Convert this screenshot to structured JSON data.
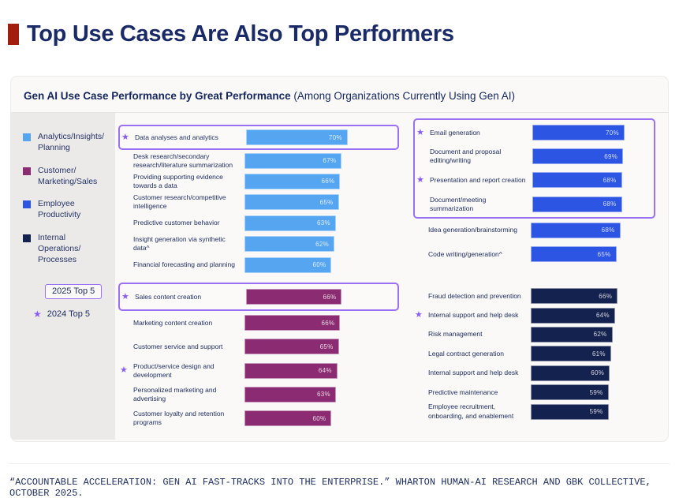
{
  "page": {
    "title": "Top Use Cases Are Also Top Performers",
    "footer": "“ACCOUNTABLE ACCELERATION: GEN AI FAST-TRACKS INTO THE ENTERPRISE.” WHARTON HUMAN-AI RESEARCH AND GBK COLLECTIVE, OCTOBER 2025."
  },
  "chart_header": {
    "subtitle_bold": "Gen AI Use Case Performance by Great Performance",
    "subtitle_rest": " (Among Organizations Currently Using Gen AI)"
  },
  "legend": {
    "items": [
      {
        "label_lines": [
          "Analytics/Insights/",
          "Planning"
        ],
        "color": "#55A5F0"
      },
      {
        "label_lines": [
          "Customer/",
          "Marketing/Sales"
        ],
        "color": "#8B2C72"
      },
      {
        "label_lines": [
          "Employee",
          "Productivity"
        ],
        "color": "#2B55E2"
      },
      {
        "label_lines": [
          "Internal",
          "Operations/",
          "Processes"
        ],
        "color": "#142250"
      }
    ],
    "top5_2025_label": "2025 Top 5",
    "top5_2024_label": "2024 Top 5",
    "star_glyph": "★"
  },
  "colors": {
    "accent_red": "#A11D0C",
    "title_navy": "#1A2A66",
    "text_navy": "#1B2B5E",
    "purple_marker": "#8A5CF5",
    "purple_box_border": "#9A70F5"
  },
  "chart_data": {
    "type": "bar",
    "unit": "%",
    "title": "Gen AI Use Case Performance by Great Performance (Among Organizations Currently Using Gen AI)",
    "layout": "four quadrant horizontal bar groups; purple outline = 2025 Top 5, star = 2024 Top 5",
    "groups": [
      {
        "name": "Analytics/Insights/Planning",
        "color": "#55A5F0",
        "position": "top-left",
        "items": [
          {
            "label": "Data analyses and analytics",
            "value": 70,
            "star_2024": true,
            "top5_2025": true
          },
          {
            "label": "Desk research/secondary research/literature summarization",
            "value": 67
          },
          {
            "label": "Providing supporting evidence towards a data",
            "value": 66
          },
          {
            "label": "Customer research/competitive intelligence",
            "value": 65
          },
          {
            "label": "Predictive customer behavior",
            "value": 63
          },
          {
            "label": "Insight generation via synthetic data^",
            "value": 62
          },
          {
            "label": "Financial forecasting and planning",
            "value": 60
          }
        ]
      },
      {
        "name": "Employee Productivity",
        "color": "#2B55E2",
        "position": "top-right",
        "items": [
          {
            "label": "Email generation",
            "value": 70,
            "star_2024": true,
            "top5_2025": true
          },
          {
            "label": "Document and proposal editing/writing",
            "value": 69,
            "top5_2025": true
          },
          {
            "label": "Presentation and report creation",
            "value": 68,
            "star_2024": true,
            "top5_2025": true
          },
          {
            "label": "Document/meeting summarization",
            "value": 68,
            "top5_2025": true
          },
          {
            "label": "Idea generation/brainstorming",
            "value": 68
          },
          {
            "label": "Code writing/generation^",
            "value": 65
          }
        ]
      },
      {
        "name": "Customer/Marketing/Sales",
        "color": "#8B2C72",
        "position": "bottom-left",
        "items": [
          {
            "label": "Sales content creation",
            "value": 66,
            "star_2024": true,
            "top5_2025": true
          },
          {
            "label": "Marketing content creation",
            "value": 66
          },
          {
            "label": "Customer service and support",
            "value": 65
          },
          {
            "label": "Product/service design and development",
            "value": 64,
            "star_2024": true
          },
          {
            "label": "Personalized marketing and advertising",
            "value": 63
          },
          {
            "label": "Customer loyalty and retention programs",
            "value": 60
          }
        ]
      },
      {
        "name": "Internal Operations/Processes",
        "color": "#142250",
        "position": "bottom-right",
        "items": [
          {
            "label": "Fraud detection and prevention",
            "value": 66
          },
          {
            "label": "Internal support and help desk",
            "value": 64,
            "star_2024": true
          },
          {
            "label": "Risk management",
            "value": 62
          },
          {
            "label": "Legal contract generation",
            "value": 61
          },
          {
            "label": "Internal support and help desk",
            "value": 60
          },
          {
            "label": "Predictive maintenance",
            "value": 59
          },
          {
            "label": "Employee recruitment, onboarding, and enablement",
            "value": 59
          }
        ]
      }
    ]
  }
}
